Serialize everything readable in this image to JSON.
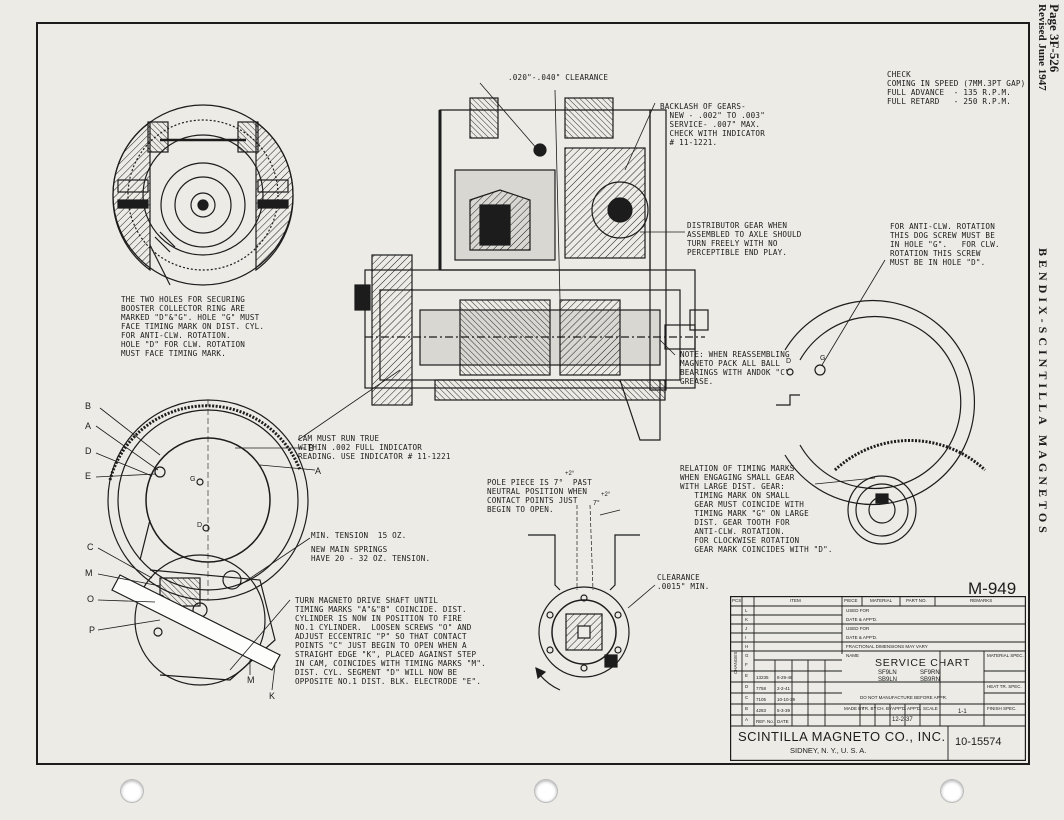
{
  "header": {
    "page_ref": "Page 3F-526",
    "revised": "Revised June 1947",
    "side_title": "BENDIX-SCINTILLA MAGNETOS"
  },
  "notes": {
    "clearance_top": ".020\"-.040\" CLEARANCE",
    "backlash": "BACKLASH OF GEARS-\n  NEW - .002\" TO .003\"\n  SERVICE- .007\" MAX.\n  CHECK WITH INDICATOR\n  # 11-1221.",
    "check": "CHECK\nCOMING IN SPEED (7MM.3PT GAP)\nFULL ADVANCE  - 135 R.P.M.\nFULL RETARD   - 250 R.P.M.",
    "distributor_gear": "DISTRIBUTOR GEAR WHEN\nASSEMBLED TO AXLE SHOULD\nTURN FREELY WITH NO\nPERCEPTIBLE END PLAY.",
    "anti_clw": "FOR ANTI-CLW. ROTATION\nTHIS DOG SCREW MUST BE\nIN HOLE \"G\".   FOR CLW.\nROTATION THIS SCREW\nMUST BE IN HOLE \"D\".",
    "two_holes": "THE TWO HOLES FOR SECURING\nBOOSTER COLLECTOR RING ARE\nMARKED \"D\"&\"G\". HOLE \"G\" MUST\nFACE TIMING MARK ON DIST. CYL.\nFOR ANTI-CLW. ROTATION.\nHOLE \"D\" FOR CLW. ROTATION\nMUST FACE TIMING MARK.",
    "reassembling": "NOTE: WHEN REASSEMBLING\nMAGNETO PACK ALL BALL\nBEARINGS WITH ANDOK \"C\"\nGREASE.",
    "cam": "CAM MUST RUN TRUE\nWITHIN .002 FULL INDICATOR\nREADING. USE INDICATOR # 11-1221",
    "relation": "RELATION OF TIMING MARKS\nWHEN ENGAGING SMALL GEAR\nWITH LARGE DIST. GEAR:\n   TIMING MARK ON SMALL\n   GEAR MUST COINCIDE WITH\n   TIMING MARK \"G\" ON LARGE\n   DIST. GEAR TOOTH FOR\n   ANTI-CLW. ROTATION.\n   FOR CLOCKWISE ROTATION\n   GEAR MARK COINCIDES WITH \"D\".",
    "pole_piece": "POLE PIECE IS 7°  PAST\nNEUTRAL POSITION WHEN\nCONTACT POINTS JUST\nBEGIN TO OPEN.",
    "min_tension": "MIN. TENSION  15 OZ.",
    "springs": "NEW MAIN SPRINGS\nHAVE 20 - 32 OZ. TENSION.",
    "clearance_min": "CLEARANCE\n.0015\" MIN.",
    "turn_magneto": "TURN MAGNETO DRIVE SHAFT UNTIL\nTIMING MARKS \"A\"&\"B\" COINCIDE. DIST.\nCYLINDER IS NOW IN POSITION TO FIRE\nNO.1 CYLINDER.  LOOSEN SCREWS \"O\" AND\nADJUST ECCENTRIC \"P\" SO THAT CONTACT\nPOINTS \"C\" JUST BEGIN TO OPEN WHEN A\nSTRAIGHT EDGE \"K\", PLACED AGAINST STEP\nIN CAM, COINCIDES WITH TIMING MARKS \"M\".\nDIST. CYL. SEGMENT \"D\" WILL NOW BE\nOPPOSITE NO.1 DIST. BLK. ELECTRODE \"E\"."
  },
  "labels": {
    "B_left": "B",
    "A_left": "A",
    "D_left": "D",
    "E_left": "E",
    "B_right": "B",
    "A_right": "A",
    "G_center": "G",
    "D_center": "D",
    "C_left": "C",
    "M_left": "M",
    "O_left": "O",
    "P_left": "P",
    "M_bottom": "M",
    "K_bottom": "K",
    "pole_sup": "+2°",
    "seven": "7°",
    "seven_sup": "+2°",
    "hole_g": "G",
    "hole_d": "D"
  },
  "title_block": {
    "drawing_no": "M-949",
    "headers": [
      "PCS",
      "ITEM",
      "PIECE",
      "MATERIAL",
      "PART NO.",
      "REMARKS"
    ],
    "rows": [
      "L",
      "K",
      "J",
      "I",
      "H",
      "G",
      "F",
      "E",
      "D",
      "C",
      "B",
      "A"
    ],
    "used_for": "USED FOR",
    "date_appd": "DATE & APP'D.",
    "fractional": "FRACTIONAL DIMENSIONS MAY VARY",
    "do_not": "DO NOT MANUFACTURE BEFORE APPR.",
    "name_label": "NAME",
    "service_chart": "SERVICE  CHART",
    "models": [
      "SF9LN",
      "SF9RN",
      "SB9LN",
      "SB9RN"
    ],
    "changes_label": "CHANGES",
    "change_rows": [
      [
        "D",
        "13235",
        "8-29-46"
      ],
      [
        "C",
        "7758",
        "2-2-41"
      ],
      [
        "B",
        "7105",
        "10-10-39"
      ],
      [
        "A",
        "4283",
        "5-3-39"
      ]
    ],
    "ref_no": "REF. No.",
    "date_hdr": "DATE",
    "right_cols": [
      "MATERIAL SPEC.",
      "HEAT TR. SPEC.",
      "FINISH SPEC."
    ],
    "made_by_row": [
      "MADE BY",
      "TR. BY",
      "CH. BY",
      "APP'D.",
      "APP'D.",
      "SCALE"
    ],
    "scale": "1-1",
    "date_val": "12-2-37",
    "company": "SCINTILLA MAGNETO CO., INC.",
    "location": "SIDNEY, N. Y., U. S. A.",
    "dwg_number": "10-15574"
  }
}
